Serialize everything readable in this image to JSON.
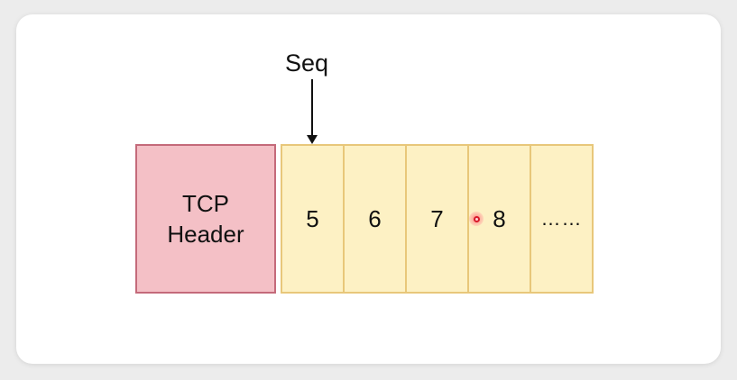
{
  "diagram": {
    "seq_label": "Seq",
    "tcp_header_label": "TCP\nHeader",
    "segments": [
      "5",
      "6",
      "7",
      "8",
      "……"
    ]
  },
  "colors": {
    "header_fill": "#f4c0c6",
    "header_border": "#c46a7a",
    "segment_fill": "#fdf1c4",
    "segment_border": "#e8c77a",
    "cursor_marker": "#d81b2a"
  },
  "icons": {
    "pointer_arrow": "arrow-down-icon",
    "cursor_marker": "cursor-dot-icon"
  }
}
